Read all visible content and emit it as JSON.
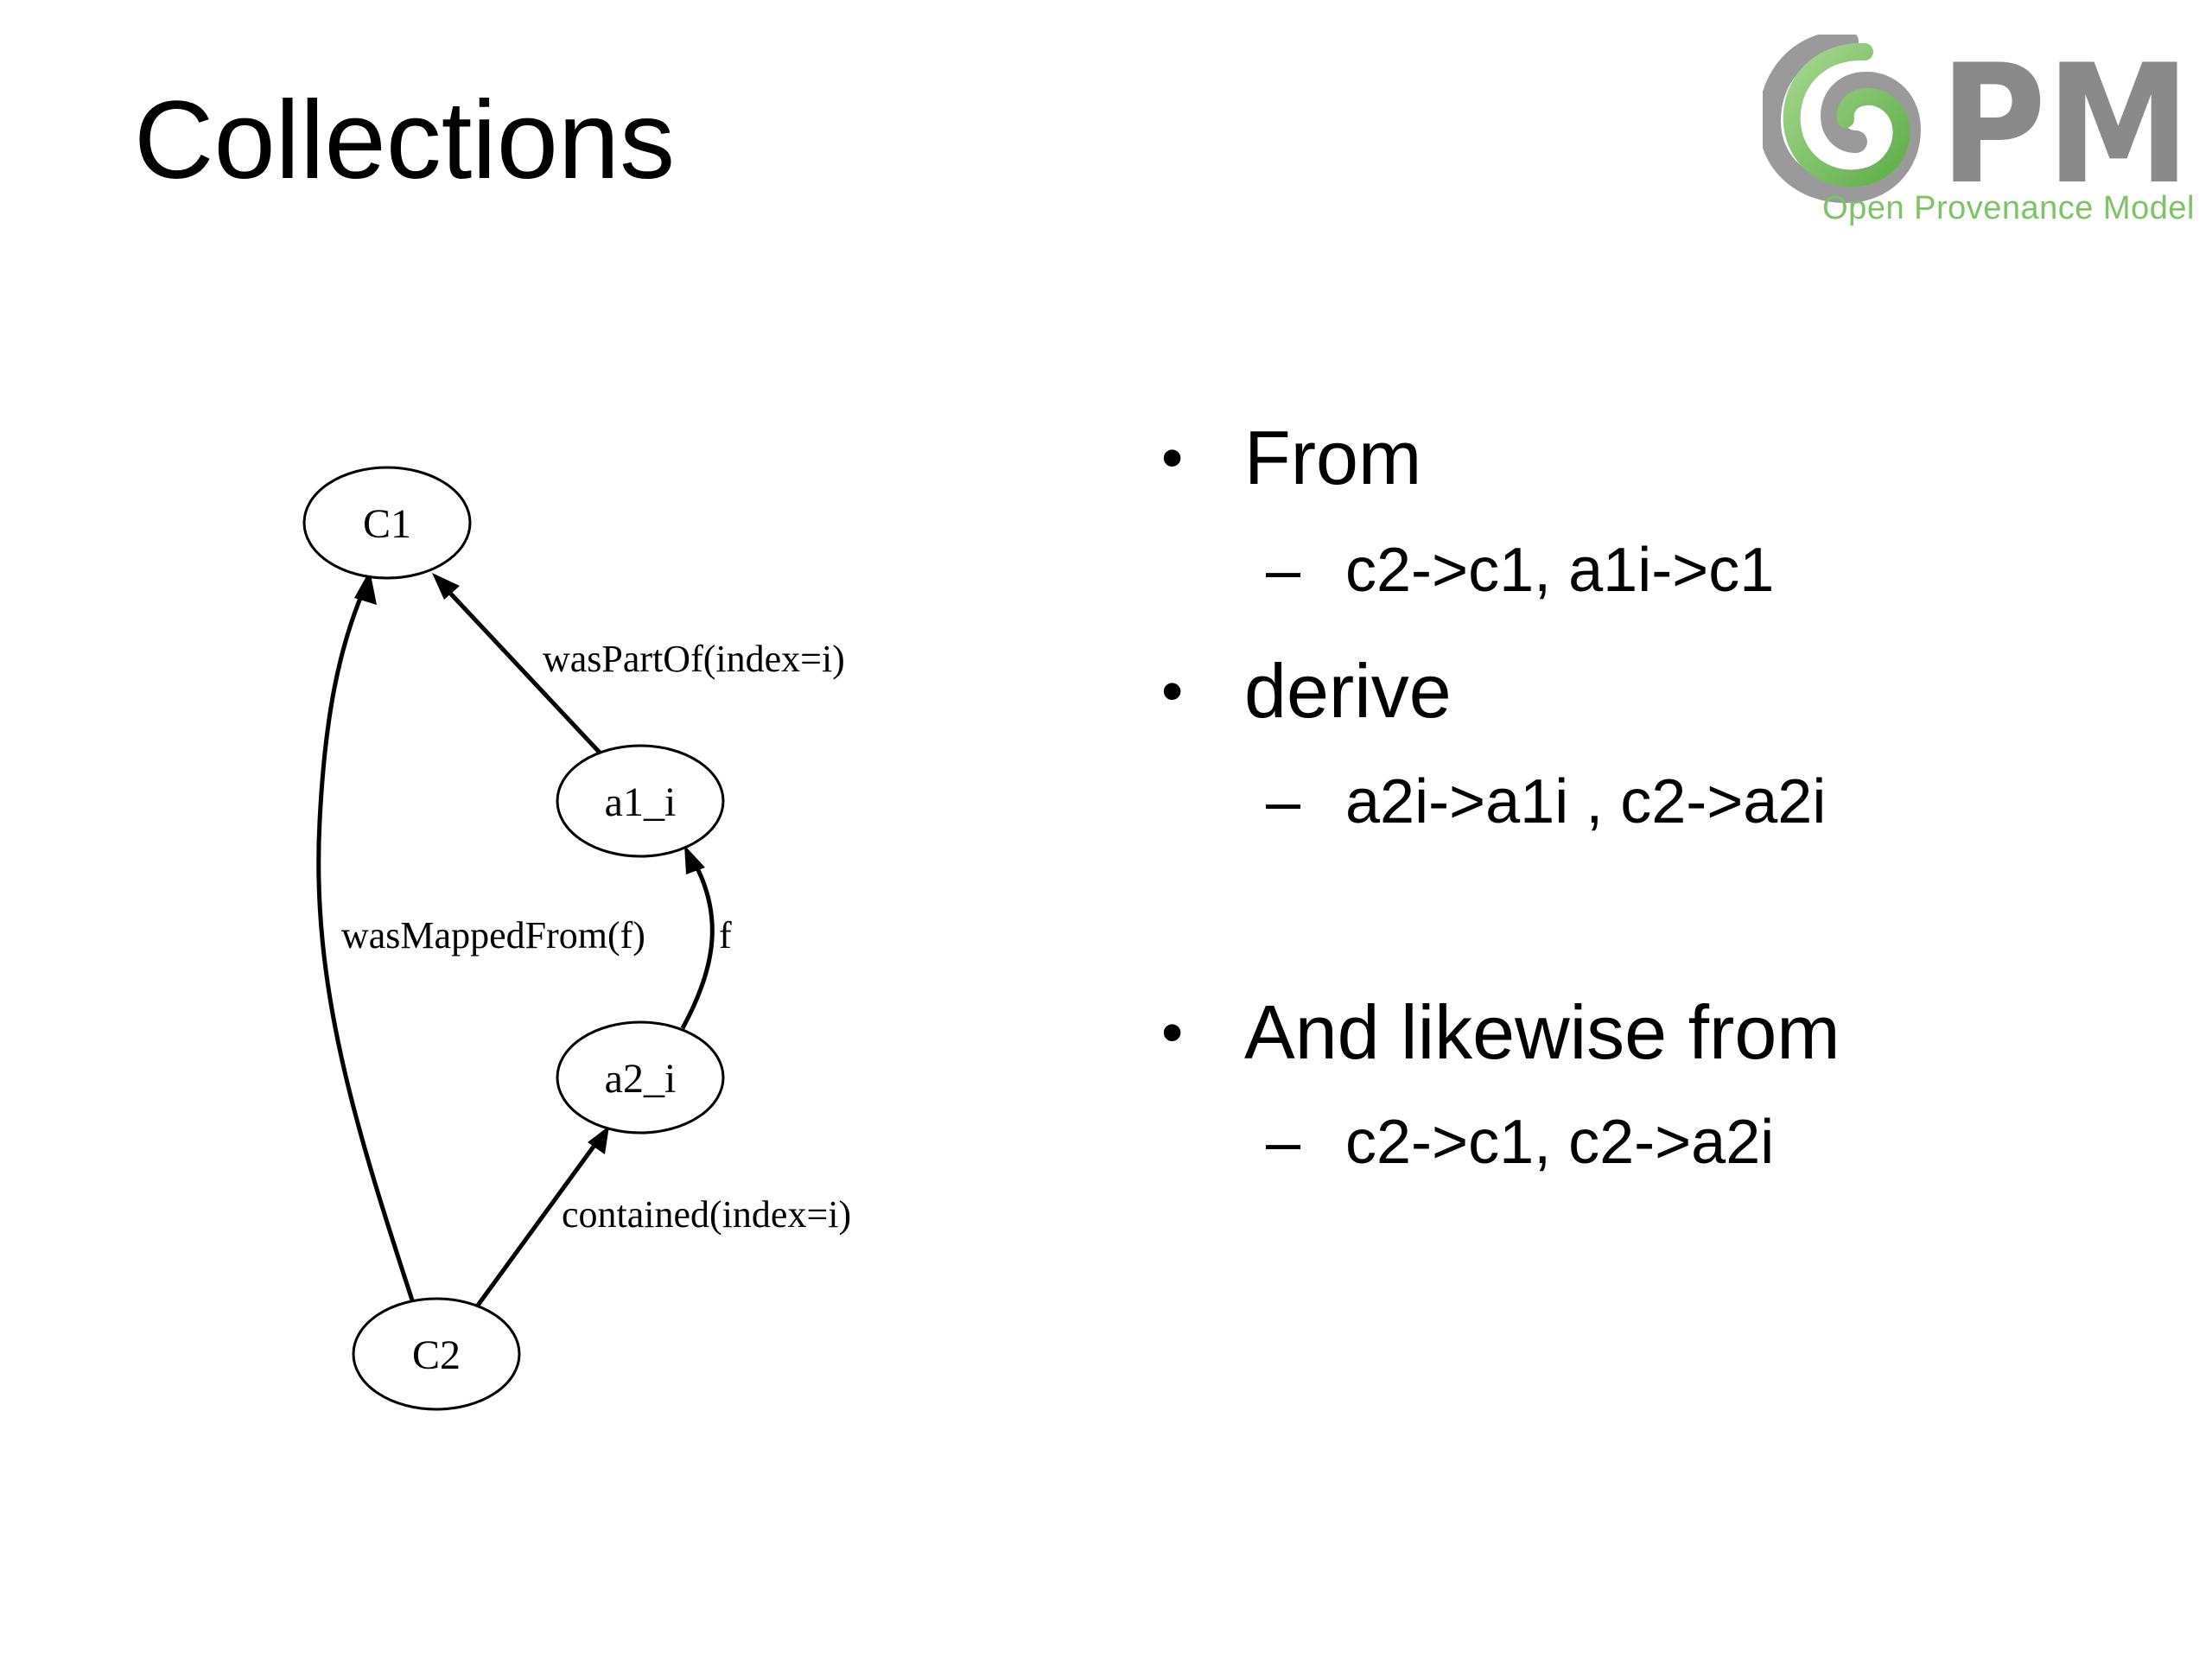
{
  "slide": {
    "title": "Collections"
  },
  "logo": {
    "mark_text": "PM",
    "tagline": "Open Provenance Model",
    "colors": {
      "green": "#7dc466",
      "gray": "#8a8a8a"
    }
  },
  "diagram": {
    "nodes": {
      "c1": "C1",
      "a1": "a1_i",
      "a2": "a2_i",
      "c2": "C2"
    },
    "edges": {
      "was_part_of": "wasPartOf(index=i)",
      "was_mapped_from": "wasMappedFrom(f)",
      "f": "f",
      "contained": "contained(index=i)"
    }
  },
  "bullets": [
    {
      "text": "From",
      "sub": [
        "c2->c1, a1i->c1"
      ]
    },
    {
      "text": "derive",
      "sub": [
        "a2i->a1i , c2->a2i"
      ]
    },
    {
      "text": "And likewise from",
      "sub": [
        "c2->c1, c2->a2i"
      ]
    }
  ],
  "bullet_glyph": "•",
  "dash_glyph": "–"
}
